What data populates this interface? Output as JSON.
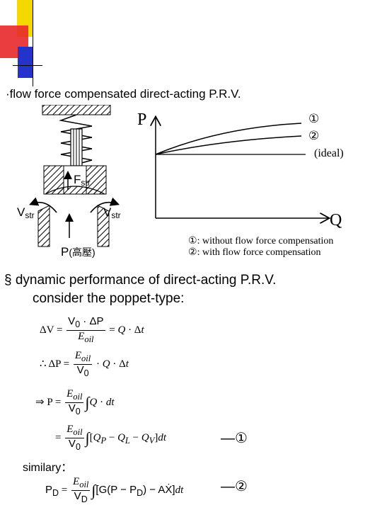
{
  "slide": {
    "bullet": "·",
    "subtitle": "flow force compensated direct-acting P.R.V.",
    "section_mark": "§",
    "heading_line1": "dynamic performance of direct-acting P.R.V.",
    "heading_line2": "consider the poppet-type:",
    "similary": "similary："
  },
  "valve_diagram": {
    "f_label": "F",
    "f_sub": "str",
    "v_left": "V",
    "v_left_sub": "str",
    "v_right": "V",
    "v_right_sub": "str",
    "p_label": "P",
    "p_note": "(高壓)"
  },
  "pq_graph": {
    "y_axis_label": "P",
    "x_axis_label": "Q",
    "curve1_marker": "①",
    "curve2_marker": "②",
    "ideal_label": "(ideal)",
    "legend1_marker": "①",
    "legend1_text": ": without flow force compensation",
    "legend2_marker": "②",
    "legend2_text": ": with flow force compensation"
  },
  "equations": {
    "eq1_ref": "—①",
    "eq2_ref": "—②"
  },
  "colors": {
    "deco_yellow": "#f5d800",
    "deco_red": "#e8282b",
    "deco_blue": "#2433cc"
  }
}
